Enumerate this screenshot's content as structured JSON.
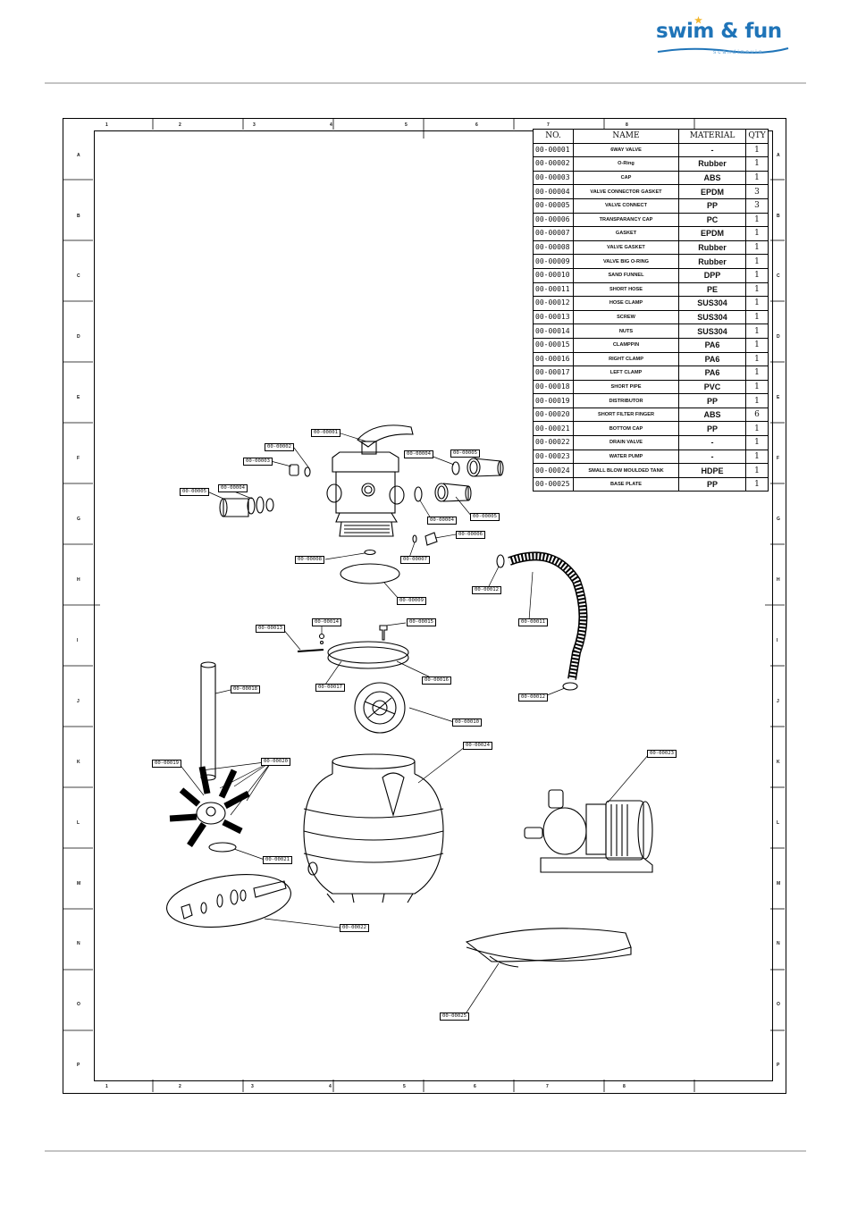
{
  "brand": {
    "logo_main": "swim & fun",
    "logo_sub": "scandinavia",
    "accent": "#1f74b8"
  },
  "frame": {
    "columns": [
      "1",
      "2",
      "3",
      "4",
      "5",
      "6",
      "7",
      "8"
    ],
    "rows": [
      "A",
      "B",
      "C",
      "D",
      "E",
      "F",
      "G",
      "H",
      "I",
      "J",
      "K",
      "L",
      "M",
      "N",
      "O",
      "P"
    ]
  },
  "table": {
    "headers": {
      "no": "NO.",
      "name": "NAME",
      "material": "MATERIAL",
      "qty": "QTY"
    },
    "rows": [
      {
        "no": "00-00001",
        "name": "6WAY VALVE",
        "material": "-",
        "qty": "1"
      },
      {
        "no": "00-00002",
        "name": "O-Ring",
        "material": "Rubber",
        "qty": "1"
      },
      {
        "no": "00-00003",
        "name": "CAP",
        "material": "ABS",
        "qty": "1"
      },
      {
        "no": "00-00004",
        "name": "VALVE CONNECTOR GASKET",
        "material": "EPDM",
        "qty": "3"
      },
      {
        "no": "00-00005",
        "name": "VALVE CONNECT",
        "material": "PP",
        "qty": "3"
      },
      {
        "no": "00-00006",
        "name": "TRANSPARANCY CAP",
        "material": "PC",
        "qty": "1"
      },
      {
        "no": "00-00007",
        "name": "GASKET",
        "material": "EPDM",
        "qty": "1"
      },
      {
        "no": "00-00008",
        "name": "VALVE GASKET",
        "material": "Rubber",
        "qty": "1"
      },
      {
        "no": "00-00009",
        "name": "VALVE BIG O-RING",
        "material": "Rubber",
        "qty": "1"
      },
      {
        "no": "00-00010",
        "name": "SAND FUNNEL",
        "material": "DPP",
        "qty": "1"
      },
      {
        "no": "00-00011",
        "name": "SHORT HOSE",
        "material": "PE",
        "qty": "1"
      },
      {
        "no": "00-00012",
        "name": "HOSE CLAMP",
        "material": "SUS304",
        "qty": "1"
      },
      {
        "no": "00-00013",
        "name": "SCREW",
        "material": "SUS304",
        "qty": "1"
      },
      {
        "no": "00-00014",
        "name": "NUTS",
        "material": "SUS304",
        "qty": "1"
      },
      {
        "no": "00-00015",
        "name": "CLAMPPIN",
        "material": "PA6",
        "qty": "1"
      },
      {
        "no": "00-00016",
        "name": "RIGHT CLAMP",
        "material": "PA6",
        "qty": "1"
      },
      {
        "no": "00-00017",
        "name": "LEFT CLAMP",
        "material": "PA6",
        "qty": "1"
      },
      {
        "no": "00-00018",
        "name": "SHORT PIPE",
        "material": "PVC",
        "qty": "1"
      },
      {
        "no": "00-00019",
        "name": "DISTRIBUTOR",
        "material": "PP",
        "qty": "1"
      },
      {
        "no": "00-00020",
        "name": "SHORT FILTER FINGER",
        "material": "ABS",
        "qty": "6"
      },
      {
        "no": "00-00021",
        "name": "BOTTOM CAP",
        "material": "PP",
        "qty": "1"
      },
      {
        "no": "00-00022",
        "name": "DRAIN VALVE",
        "material": "-",
        "qty": "1"
      },
      {
        "no": "00-00023",
        "name": "WATER PUMP",
        "material": "-",
        "qty": "1"
      },
      {
        "no": "00-00024",
        "name": "SMALL BLOW MOULDED TANK",
        "material": "HDPE",
        "qty": "1"
      },
      {
        "no": "00-00025",
        "name": "BASE PLATE",
        "material": "PP",
        "qty": "1"
      }
    ]
  },
  "callouts": {
    "c1": "00-00001",
    "c2": "00-00002",
    "c3": "00-00003",
    "c4": "00-00004",
    "c4b": "00-00004",
    "c5": "00-00005",
    "c5b": "00-00005",
    "c5c": "00-00005",
    "c6": "00-00006",
    "c7": "00-00007",
    "c8": "00-00008",
    "c9": "00-00009",
    "c10": "00-00010",
    "c11": "00-00011",
    "c12": "00-00012",
    "c12b": "00-00012",
    "c13": "00-00013",
    "c14": "00-00014",
    "c15": "00-00015",
    "c16": "00-00016",
    "c17": "00-00017",
    "c18": "00-00018",
    "c19": "00-00019",
    "c20": "00-00020",
    "c21": "00-00021",
    "c22": "00-00022",
    "c23": "00-00023",
    "c24": "00-00024",
    "c25": "00-00025"
  }
}
